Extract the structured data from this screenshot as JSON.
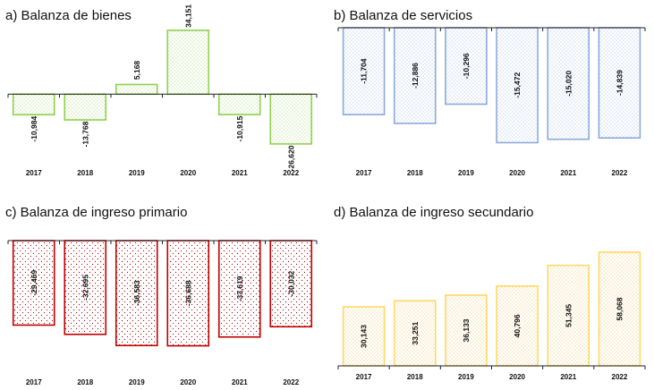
{
  "colors": {
    "goods": "#92d050",
    "services": "#8eaadb",
    "primary_income": "#c00000",
    "secondary_income": "#ffd966",
    "axis": "#222222"
  },
  "chart_data": [
    {
      "type": "bar",
      "title": "a) Balanza de bienes",
      "categories": [
        "2017",
        "2018",
        "2019",
        "2020",
        "2021",
        "2022"
      ],
      "values": [
        -10984,
        -13768,
        5168,
        34151,
        -10915,
        -26620
      ],
      "labels": [
        "-10,984",
        "-13,768",
        "5,168",
        "34,151",
        "-10,915",
        "-26,620"
      ],
      "ylim": [
        -30000,
        36000
      ],
      "color": "#92d050",
      "grid": false
    },
    {
      "type": "bar",
      "title": "b) Balanza de servicios",
      "categories": [
        "2017",
        "2018",
        "2019",
        "2020",
        "2021",
        "2022"
      ],
      "values": [
        -11704,
        -12886,
        -10296,
        -15472,
        -15020,
        -14839
      ],
      "labels": [
        "-11,704",
        "-12,886",
        "-10,296",
        "-15,472",
        "-15,020",
        "-14,839"
      ],
      "ylim": [
        -16500,
        0
      ],
      "color": "#8eaadb",
      "grid": false
    },
    {
      "type": "bar",
      "title": "c) Balanza de ingreso primario",
      "categories": [
        "2017",
        "2018",
        "2019",
        "2020",
        "2021",
        "2022"
      ],
      "values": [
        -29469,
        -32695,
        -36583,
        -36688,
        -33619,
        -30032
      ],
      "labels": [
        "-29,469",
        "-32,695",
        "-36,583",
        "-36,688",
        "-33,619",
        "-30,032"
      ],
      "ylim": [
        -39000,
        0
      ],
      "color": "#c00000",
      "grid": false
    },
    {
      "type": "bar",
      "title": "d) Balanza de ingreso secundario",
      "categories": [
        "2017",
        "2018",
        "2019",
        "2020",
        "2021",
        "2022"
      ],
      "values": [
        30143,
        33251,
        36133,
        40796,
        51345,
        58068
      ],
      "labels": [
        "30,143",
        "33,251",
        "36,133",
        "40,796",
        "51,345",
        "58,068"
      ],
      "ylim": [
        0,
        64000
      ],
      "color": "#ffd966",
      "grid": false
    }
  ]
}
